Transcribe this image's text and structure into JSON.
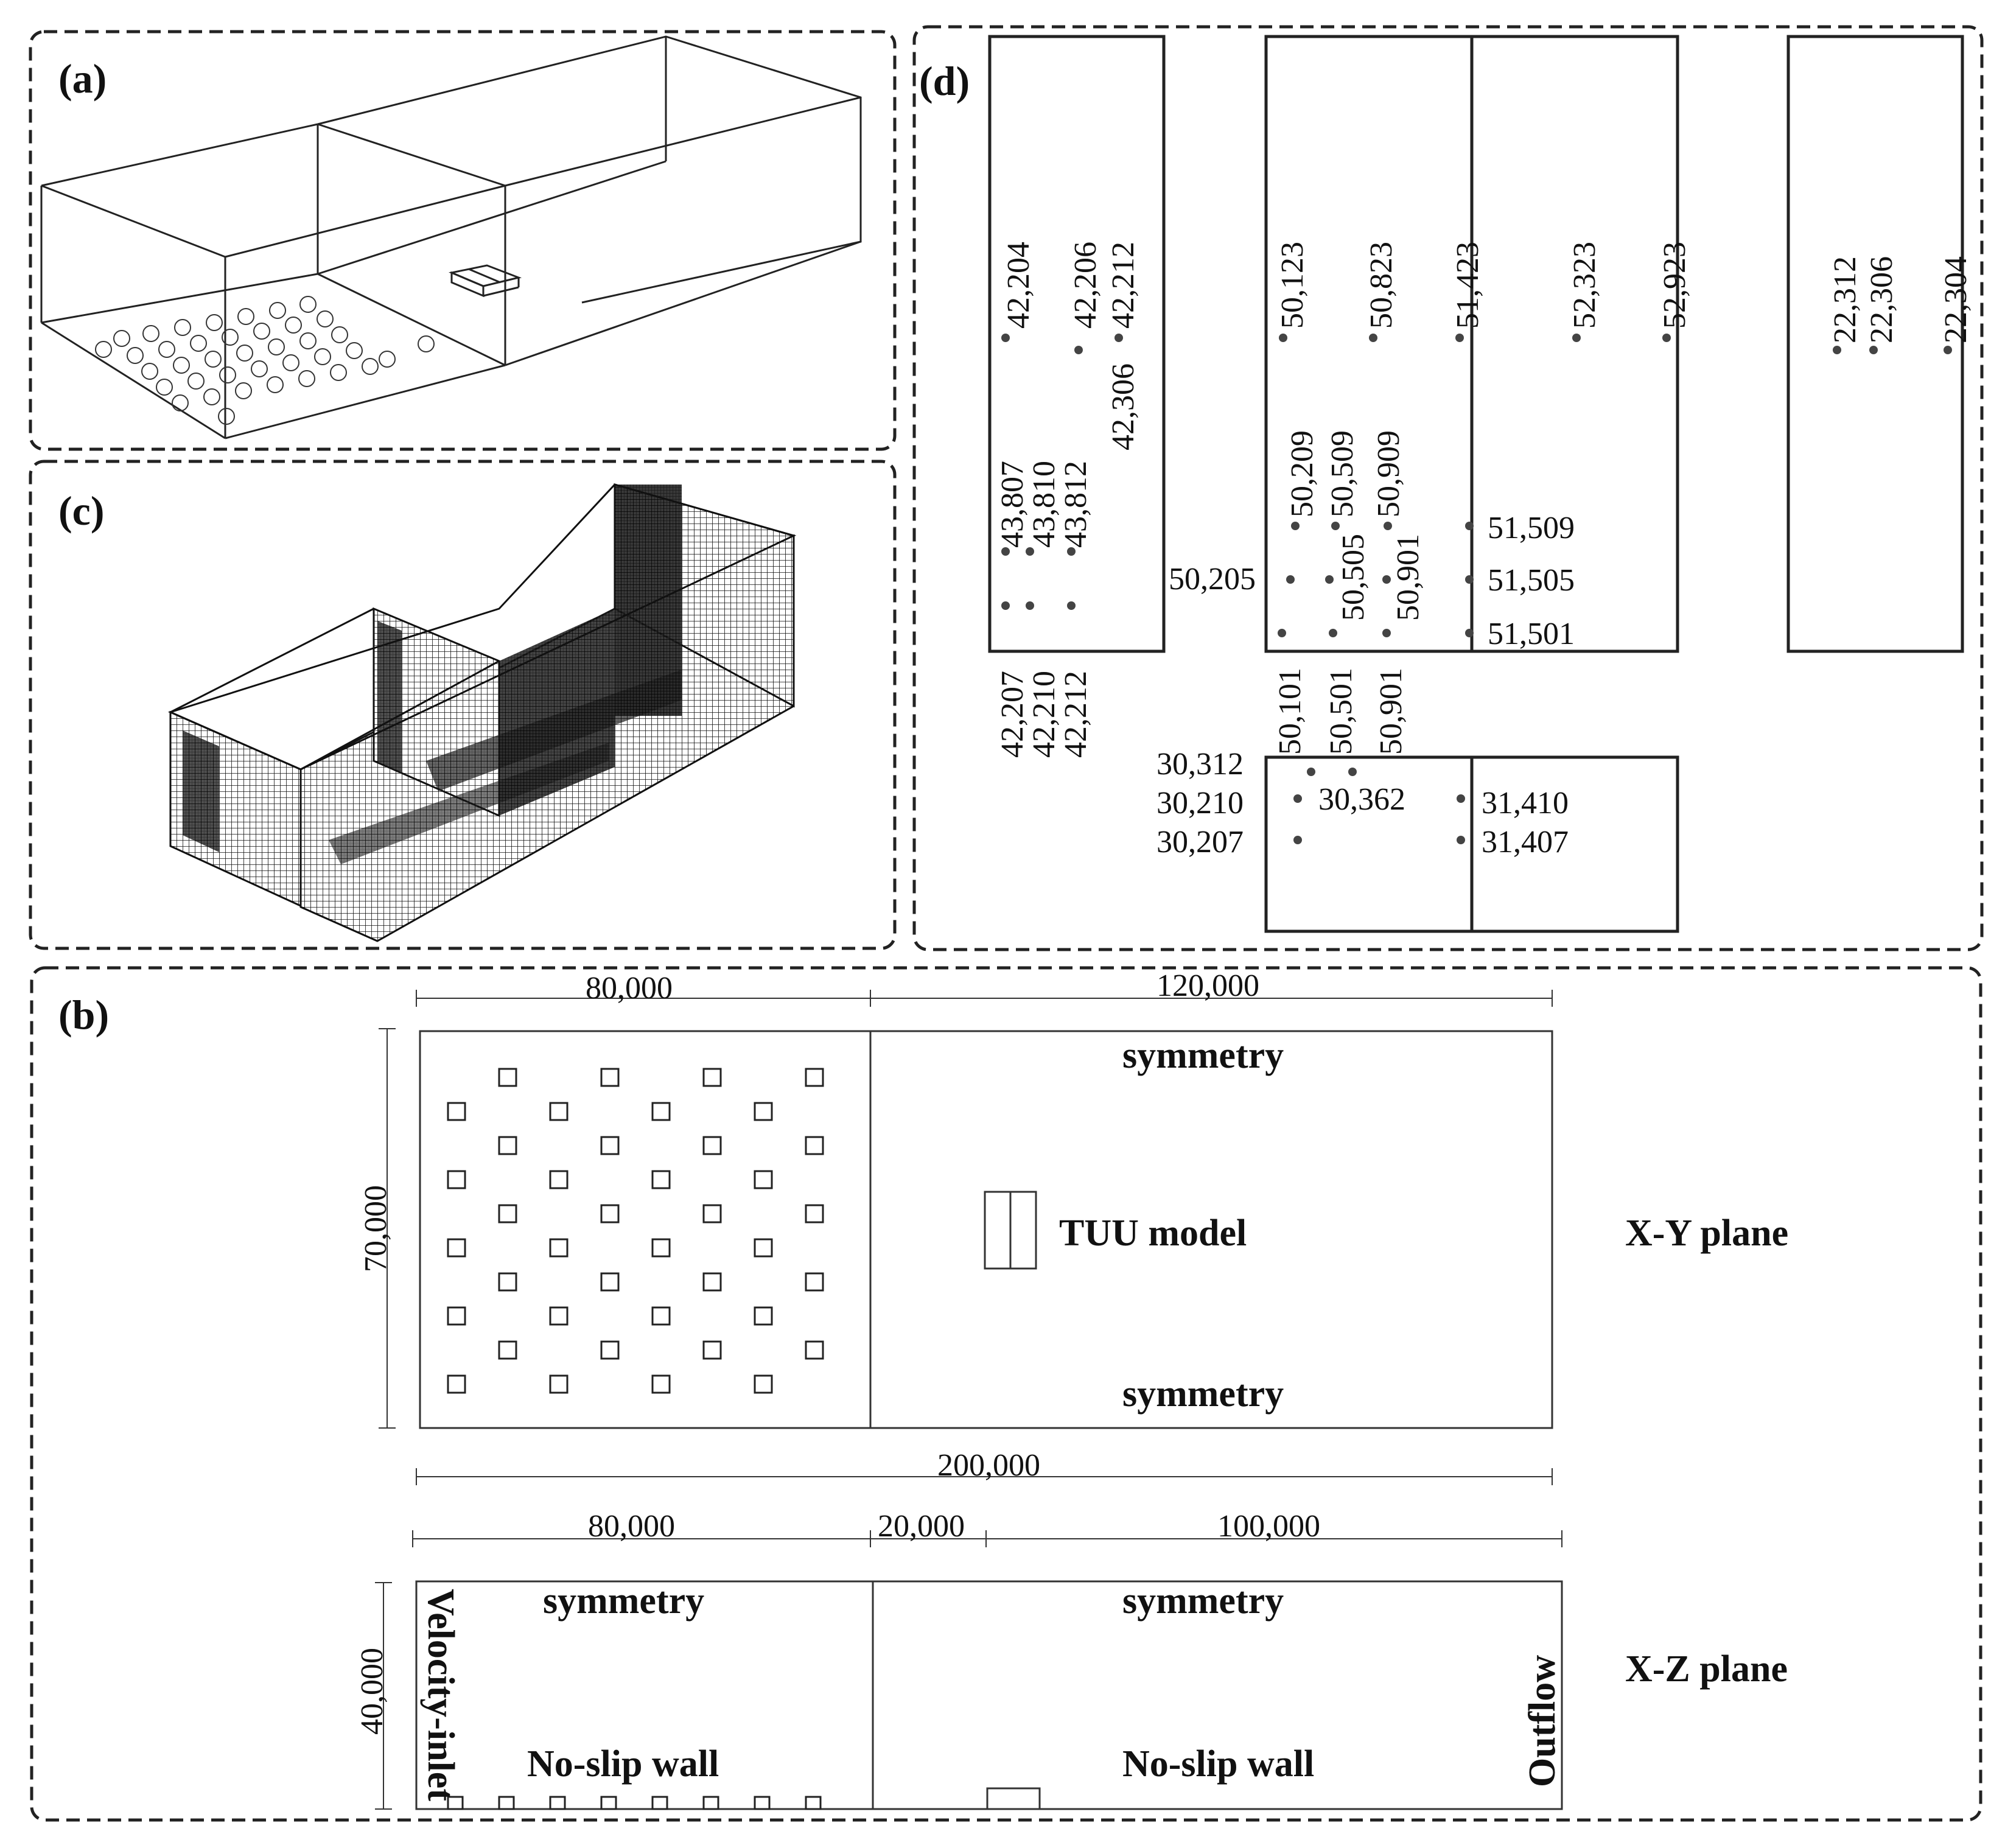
{
  "panels": {
    "a": "(a)",
    "b": "(b)",
    "c": "(c)",
    "d": "(d)"
  },
  "xy_plane": {
    "dim_top_left": "80,000",
    "dim_top_right": "120,000",
    "dim_height": "70,000",
    "dim_total": "200,000",
    "top_boundary": "symmetry",
    "bottom_boundary": "symmetry",
    "model_label": "TUU model",
    "plane_label": "X-Y plane"
  },
  "xz_plane": {
    "dim_left": "80,000",
    "dim_mid": "20,000",
    "dim_right": "100,000",
    "dim_height": "40,000",
    "top_left_boundary": "symmetry",
    "top_right_boundary": "symmetry",
    "bottom_left_boundary": "No-slip wall",
    "bottom_right_boundary": "No-slip wall",
    "inlet": "Velocity-inlet",
    "outlet": "Outflow",
    "plane_label": "X-Z plane"
  },
  "points": {
    "p42204": "42,204",
    "p42206": "42,206",
    "p42212a": "42,212",
    "p42306": "42,306",
    "p43807": "43,807",
    "p43810": "43,810",
    "p43812": "43,812",
    "p42207": "42,207",
    "p42210": "42,210",
    "p42212b": "42,212",
    "p50123": "50,123",
    "p50823": "50,823",
    "p51423": "51,423",
    "p52323": "52,323",
    "p52923": "52,923",
    "p50209": "50,209",
    "p50509": "50,509",
    "p50909": "50,909",
    "p50505": "50,505",
    "p50901a": "50,901",
    "p50205": "50,205",
    "p51509": "51,509",
    "p51505": "51,505",
    "p51501": "51,501",
    "p50101": "50,101",
    "p50501": "50,501",
    "p50901b": "50,901",
    "p22312": "22,312",
    "p22306": "22,306",
    "p22304": "22,304",
    "p30312": "30,312",
    "p30210": "30,210",
    "p30207": "30,207",
    "p30362": "30,362",
    "p31410": "31,410",
    "p31407": "31,407"
  }
}
